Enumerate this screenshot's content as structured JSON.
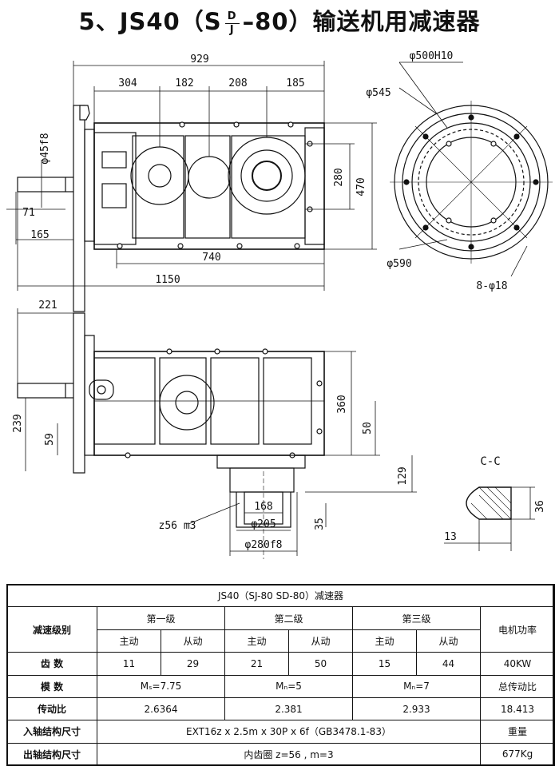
{
  "title": {
    "prefix": "5、JS40（S",
    "frac_top": "D",
    "frac_bottom": "J",
    "suffix": "–80）输送机用减速器"
  },
  "dims": {
    "d929": "929",
    "d304": "304",
    "d182": "182",
    "d208": "208",
    "d185": "185",
    "d4558": "φ45f8",
    "d71": "71",
    "d165": "165",
    "d740": "740",
    "d1150": "1150",
    "d280": "280",
    "d470": "470",
    "d500": "φ500H10",
    "d545": "φ545",
    "d590": "φ590",
    "d818": "8-φ18",
    "d221": "221",
    "d239": "239",
    "d59": "59",
    "d360": "360",
    "d50": "50",
    "d129": "129",
    "d168": "168",
    "dz56": "z56 m3",
    "d205": "φ205",
    "d280f8": "φ280f8",
    "d35": "35",
    "cc": "C-C",
    "d36": "36",
    "d13": "13"
  },
  "table": {
    "header": "JS40（SJ-80  SD-80）减速器",
    "stage_label": "减速级别",
    "stage1": "第一级",
    "stage2": "第二级",
    "stage3": "第三级",
    "drive": "主动",
    "driven": "从动",
    "motor_power_label": "电机功率",
    "teeth_label": "齿    数",
    "teeth": [
      "11",
      "29",
      "21",
      "50",
      "15",
      "44"
    ],
    "motor_power": "40KW",
    "module_label": "模    数",
    "module1": "Mₛ=7.75",
    "module2": "Mₙ=5",
    "module3": "Mₙ=7",
    "total_ratio_label": "总传动比",
    "ratio_label": "传动比",
    "ratio1": "2.6364",
    "ratio2": "2.381",
    "ratio3": "2.933",
    "total_ratio": "18.413",
    "input_label": "入轴结构尺寸",
    "input_value": "EXT16z x 2.5m x 30P x 6f（GB3478.1-83）",
    "weight_label": "重量",
    "output_label": "出轴结构尺寸",
    "output_value": "内齿圈 z=56 , m=3",
    "weight": "677Kg"
  }
}
